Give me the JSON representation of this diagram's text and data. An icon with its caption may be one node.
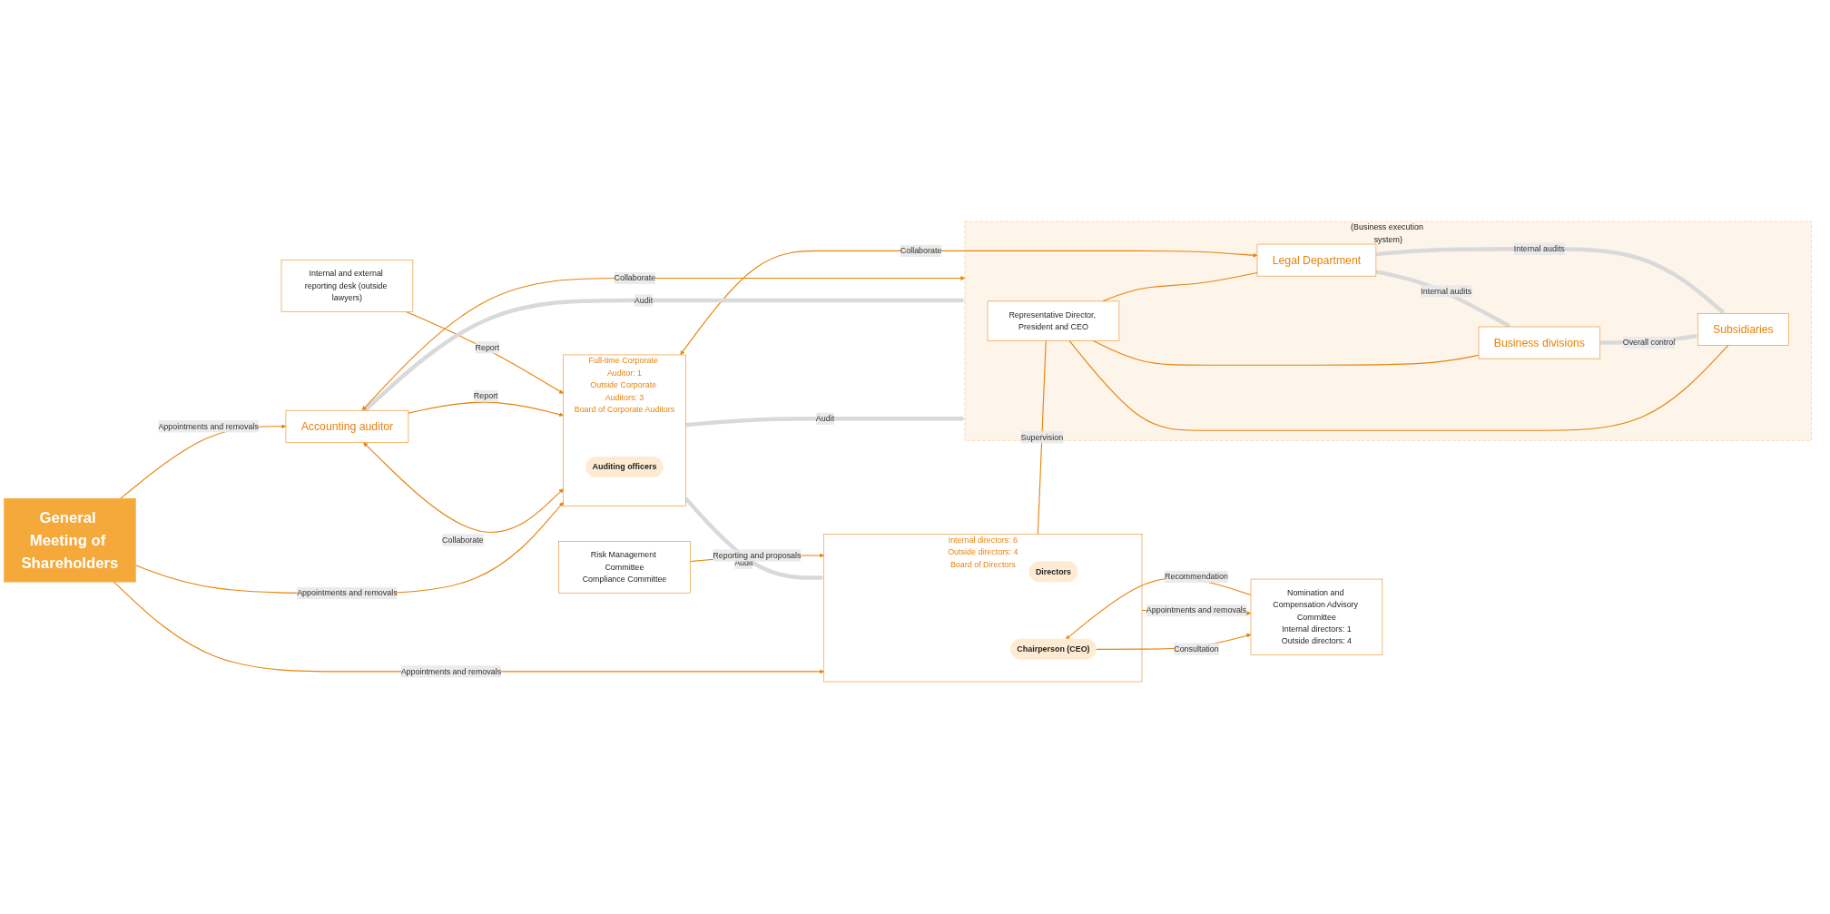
{
  "diagram": {
    "nodes": [
      {
        "text": [
          "General Meeting of Shareholders"
        ]
      },
      {
        "text": [
          "Accounting auditor"
        ]
      },
      {
        "text": [
          "Full-time Corporate Auditor: 1",
          "Outside Corporate Auditors: 3",
          "Board of Corporate Auditors"
        ]
      },
      {
        "text": [
          "Auditing officers"
        ],
        "in": 2
      },
      {
        "text": [
          "Internal directors: 6",
          "Outside directors: 4",
          "Board of Directors"
        ]
      },
      {
        "text": [
          "Directors"
        ],
        "in": 4
      },
      {
        "text": [
          "Chairperson (CEO)"
        ],
        "in": 4
      },
      {
        "text": [
          "Nomination and Compensation Advisory Committee",
          "Internal directors: 1",
          "Outside directors: 4"
        ]
      },
      {
        "text": [
          "Internal and external reporting desk (outside lawyers)"
        ]
      },
      {
        "text": [
          "Risk Management Committee",
          "Compliance Committee"
        ]
      },
      {
        "text": [
          "(Business execution system)"
        ]
      },
      {
        "text": [
          "Representative Director, President and CEO"
        ],
        "in": 10
      },
      {
        "text": [
          "Legal Department"
        ],
        "in": 10
      },
      {
        "text": [
          "Business divisions"
        ],
        "in": 10
      },
      {
        "text": [
          "Subsidiaries"
        ],
        "in": 10
      }
    ],
    "edges": [
      {
        "from": 0,
        "to": 1,
        "arrow": "to",
        "label": "Appointments and removals"
      },
      {
        "from": 0,
        "to": 2,
        "arrow": "to",
        "label": "Appointments and removals"
      },
      {
        "from": 0,
        "to": 4,
        "arrow": "to",
        "label": "Appointments and removals"
      },
      {
        "from": 4,
        "to": 7,
        "arrow": "to",
        "label": "Appointments and removals"
      },
      {
        "from": 6,
        "to": 7,
        "arrow": "to",
        "label": "Consultation"
      },
      {
        "from": 7,
        "to": 6,
        "arrow": "to",
        "label": "Recommendation"
      },
      {
        "from": 1,
        "to": 2,
        "arrow": "both",
        "label": "Collaborate"
      },
      {
        "from": 1,
        "to": 2,
        "arrow": "to",
        "label": "Report"
      },
      {
        "from": 2,
        "to": 4,
        "arrow": "to",
        "label": "Audit",
        "style": "thick",
        "color": "#d9d9d9"
      },
      {
        "from": 8,
        "to": 2,
        "arrow": "to",
        "label": "Report"
      },
      {
        "from": 2,
        "to": 10,
        "arrow": "to",
        "label": "Audit",
        "style": "thick",
        "color": "#d9d9d9"
      },
      {
        "from": 2,
        "to": 12,
        "arrow": "both",
        "label": "Collaborate"
      },
      {
        "from": 9,
        "to": 4,
        "arrow": "to",
        "label": "Reporting and proposals"
      },
      {
        "from": 4,
        "to": 11,
        "arrow": "none",
        "label": "Supervision"
      },
      {
        "from": 1,
        "to": 10,
        "arrow": "to",
        "label": "Audit",
        "style": "thick",
        "color": "#d9d9d9"
      },
      {
        "from": 1,
        "to": 10,
        "arrow": "both",
        "label": "Collaborate"
      },
      {
        "from": 11,
        "to": 12,
        "arrow": "none"
      },
      {
        "from": 11,
        "to": 13,
        "arrow": "none"
      },
      {
        "from": 11,
        "to": 14,
        "arrow": "none"
      },
      {
        "from": 12,
        "to": 13,
        "arrow": "to",
        "label": "Internal audits",
        "style": "thick",
        "color": "#d9d9d9"
      },
      {
        "from": 13,
        "to": 14,
        "arrow": "to",
        "label": "Overall control",
        "style": "thick",
        "color": "#d9d9d9"
      },
      {
        "from": 12,
        "to": 14,
        "arrow": "to",
        "label": "Internal audits",
        "style": "thick",
        "color": "#d9d9d9"
      }
    ]
  }
}
